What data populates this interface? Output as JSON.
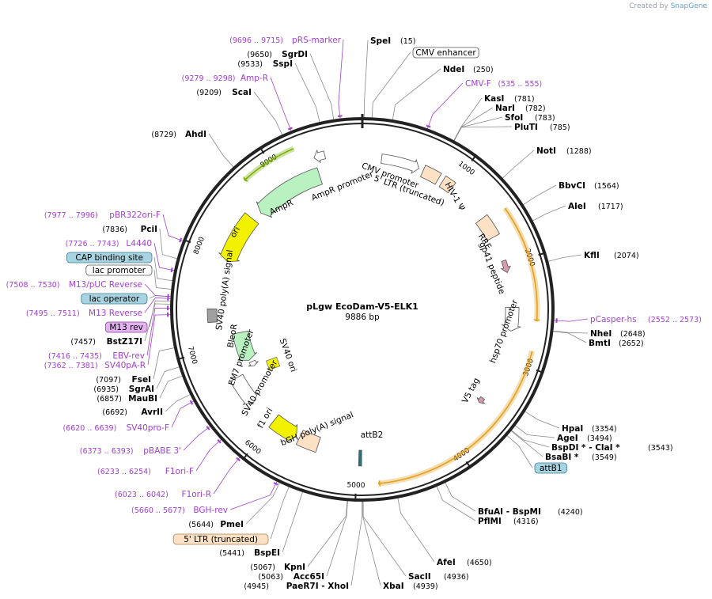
{
  "credit": {
    "prefix": "Created by",
    "brand": "SnapGene"
  },
  "plasmid": {
    "name": "pLgw EcoDam-V5-ELK1",
    "length_bp": 9886,
    "length_label": "9886 bp"
  },
  "tick_labels": [
    1000,
    2000,
    3000,
    4000,
    5000,
    6000,
    7000,
    8000,
    9000
  ],
  "colors": {
    "primer": "#a23fd0",
    "text": "#000000",
    "backbone": "#222222",
    "leader": "#888888"
  },
  "sites": [
    {
      "name": "SpeI",
      "pos": 15,
      "label": "SpeI",
      "num": "(15)",
      "kind": "enzyme"
    },
    {
      "name": "CMV enhancer",
      "pos": 80,
      "label": "CMV enhancer",
      "kind": "boxed"
    },
    {
      "name": "NdeI",
      "pos": 250,
      "label": "NdeI",
      "num": "(250)",
      "kind": "enzyme"
    },
    {
      "name": "CMV-F",
      "pos": 545,
      "label": "CMV-F",
      "num": "(535 .. 555)",
      "kind": "primer"
    },
    {
      "name": "KasI",
      "pos": 781,
      "label": "KasI",
      "num": "(781)",
      "kind": "enzyme"
    },
    {
      "name": "NarI",
      "pos": 782,
      "label": "NarI",
      "num": "(782)",
      "kind": "enzyme"
    },
    {
      "name": "SfoI",
      "pos": 783,
      "label": "SfoI",
      "num": "(783)",
      "kind": "enzyme"
    },
    {
      "name": "PluTI",
      "pos": 785,
      "label": "PluTI",
      "num": "(785)",
      "kind": "enzyme"
    },
    {
      "name": "NotI",
      "pos": 1288,
      "label": "NotI",
      "num": "(1288)",
      "kind": "enzyme"
    },
    {
      "name": "BbvCI",
      "pos": 1564,
      "label": "BbvCI",
      "num": "(1564)",
      "kind": "enzyme"
    },
    {
      "name": "AleI",
      "pos": 1717,
      "label": "AleI",
      "num": "(1717)",
      "kind": "enzyme"
    },
    {
      "name": "KflI",
      "pos": 2074,
      "label": "KflI",
      "num": "(2074)",
      "kind": "enzyme"
    },
    {
      "name": "pCasper-hs",
      "pos": 2562,
      "label": "pCasper-hs",
      "num": "(2552 .. 2573)",
      "kind": "primer"
    },
    {
      "name": "NheI",
      "pos": 2648,
      "label": "NheI",
      "num": "(2648)",
      "kind": "enzyme"
    },
    {
      "name": "BmtI",
      "pos": 2652,
      "label": "BmtI",
      "num": "(2652)",
      "kind": "enzyme"
    },
    {
      "name": "HpaI",
      "pos": 3354,
      "label": "HpaI",
      "num": "(3354)",
      "kind": "enzyme"
    },
    {
      "name": "AgeI",
      "pos": 3494,
      "label": "AgeI",
      "num": "(3494)",
      "kind": "enzyme"
    },
    {
      "name": "BspDI-ClaI",
      "pos": 3543,
      "label": "BspDI * - ClaI *",
      "num": "(3543)",
      "kind": "enzyme"
    },
    {
      "name": "BsaBI",
      "pos": 3549,
      "label": "BsaBI *",
      "num": "(3549)",
      "kind": "enzyme"
    },
    {
      "name": "attB1",
      "pos": 3600,
      "label": "attB1",
      "kind": "boxed"
    },
    {
      "name": "BfuAI-BspMI",
      "pos": 4240,
      "label": "BfuAI - BspMI",
      "num": "(4240)",
      "kind": "enzyme"
    },
    {
      "name": "PflMI",
      "pos": 4316,
      "label": "PflMI",
      "num": "(4316)",
      "kind": "enzyme"
    },
    {
      "name": "AfeI",
      "pos": 4650,
      "label": "AfeI",
      "num": "(4650)",
      "kind": "enzyme"
    },
    {
      "name": "SacII",
      "pos": 4936,
      "label": "SacII",
      "num": "(4936)",
      "kind": "enzyme"
    },
    {
      "name": "XbaI",
      "pos": 4939,
      "label": "XbaI",
      "num": "(4939)",
      "kind": "enzyme"
    },
    {
      "name": "PaeR7I-XhoI",
      "pos": 4945,
      "label": "PaeR7I - XhoI",
      "num": "(4945)",
      "kind": "enzyme"
    },
    {
      "name": "Acc65I",
      "pos": 5063,
      "label": "Acc65I",
      "num": "(5063)",
      "kind": "enzyme"
    },
    {
      "name": "KpnI",
      "pos": 5067,
      "label": "KpnI",
      "num": "(5067)",
      "kind": "enzyme"
    },
    {
      "name": "BspEI",
      "pos": 5441,
      "label": "BspEI",
      "num": "(5441)",
      "kind": "enzyme"
    },
    {
      "name": "5prime LTR truncated",
      "pos": 5560,
      "label": "5' LTR (truncated)",
      "kind": "boxed"
    },
    {
      "name": "PmeI",
      "pos": 5644,
      "label": "PmeI",
      "num": "(5644)",
      "kind": "enzyme"
    },
    {
      "name": "BGH-rev",
      "pos": 5668,
      "label": "BGH-rev",
      "num": "(5660 .. 5677)",
      "kind": "primer"
    },
    {
      "name": "F1ori-R",
      "pos": 6032,
      "label": "F1ori-R",
      "num": "(6023 .. 6042)",
      "kind": "primer"
    },
    {
      "name": "F1ori-F",
      "pos": 6243,
      "label": "F1ori-F",
      "num": "(6233 .. 6254)",
      "kind": "primer"
    },
    {
      "name": "pBABE 3prime",
      "pos": 6383,
      "label": "pBABE 3'",
      "num": "(6373 .. 6393)",
      "kind": "primer"
    },
    {
      "name": "SV40pro-F",
      "pos": 6630,
      "label": "SV40pro-F",
      "num": "(6620 .. 6639)",
      "kind": "primer"
    },
    {
      "name": "AvrII",
      "pos": 6692,
      "label": "AvrII",
      "num": "(6692)",
      "kind": "enzyme"
    },
    {
      "name": "MauBI",
      "pos": 6857,
      "label": "MauBI",
      "num": "(6857)",
      "kind": "enzyme"
    },
    {
      "name": "SgrAI",
      "pos": 6935,
      "label": "SgrAI",
      "num": "(6935)",
      "kind": "enzyme"
    },
    {
      "name": "FseI",
      "pos": 7097,
      "label": "FseI",
      "num": "(7097)",
      "kind": "enzyme"
    },
    {
      "name": "SV40pA-R",
      "pos": 7372,
      "label": "SV40pA-R",
      "num": "(7362 .. 7381)",
      "kind": "primer"
    },
    {
      "name": "EBV-rev",
      "pos": 7425,
      "label": "EBV-rev",
      "num": "(7416 .. 7435)",
      "kind": "primer"
    },
    {
      "name": "BstZ17I",
      "pos": 7457,
      "label": "BstZ17I",
      "num": "(7457)",
      "kind": "enzyme"
    },
    {
      "name": "M13 rev",
      "pos": 7480,
      "label": "M13 rev",
      "kind": "boxed"
    },
    {
      "name": "M13 Reverse",
      "pos": 7503,
      "label": "M13 Reverse",
      "num": "(7495 .. 7511)",
      "kind": "primer"
    },
    {
      "name": "lac operator",
      "pos": 7520,
      "label": "lac operator",
      "kind": "boxed"
    },
    {
      "name": "M13/pUC Reverse",
      "pos": 7519,
      "label": "M13/pUC Reverse",
      "num": "(7508 .. 7530)",
      "kind": "primer"
    },
    {
      "name": "lac promoter",
      "pos": 7580,
      "label": "lac promoter",
      "kind": "boxed"
    },
    {
      "name": "CAP binding site",
      "pos": 7650,
      "label": "CAP binding site",
      "kind": "boxed"
    },
    {
      "name": "L4440",
      "pos": 7735,
      "label": "L4440",
      "num": "(7726 .. 7743)",
      "kind": "primer"
    },
    {
      "name": "PciI",
      "pos": 7836,
      "label": "PciI",
      "num": "(7836)",
      "kind": "enzyme"
    },
    {
      "name": "pBR322ori-F",
      "pos": 7987,
      "label": "pBR322ori-F",
      "num": "(7977 .. 7996)",
      "kind": "primer"
    },
    {
      "name": "AhdI",
      "pos": 8729,
      "label": "AhdI",
      "num": "(8729)",
      "kind": "enzyme"
    },
    {
      "name": "ScaI",
      "pos": 9209,
      "label": "ScaI",
      "num": "(9209)",
      "kind": "enzyme"
    },
    {
      "name": "Amp-R",
      "pos": 9289,
      "label": "Amp-R",
      "num": "(9279 .. 9298)",
      "kind": "primer"
    },
    {
      "name": "SspI",
      "pos": 9533,
      "label": "SspI",
      "num": "(9533)",
      "kind": "enzyme"
    },
    {
      "name": "SgrDI",
      "pos": 9650,
      "label": "SgrDI",
      "num": "(9650)",
      "kind": "enzyme"
    },
    {
      "name": "pRS-marker",
      "pos": 9705,
      "label": "pRS-marker",
      "num": "(9696 .. 9715)",
      "kind": "primer"
    }
  ],
  "features": [
    {
      "name": "CMV promoter",
      "start": 200,
      "end": 600,
      "dir": 1,
      "color": "#ffffff"
    },
    {
      "name": "5' LTR (truncated)",
      "start": 650,
      "end": 830,
      "dir": 0,
      "color": "#fde1c4"
    },
    {
      "name": "HIV-1 Ψ",
      "start": 880,
      "end": 1000,
      "dir": 0,
      "color": "#fde1c4"
    },
    {
      "name": "RRE",
      "start": 1450,
      "end": 1680,
      "dir": 0,
      "color": "#fde1c4"
    },
    {
      "name": "gp41 peptide",
      "start": 1950,
      "end": 2080,
      "dir": 1,
      "color": "#d79bb1"
    },
    {
      "name": "hsp70 promoter",
      "start": 2450,
      "end": 2700,
      "dir": 1,
      "color": "#ffffff"
    },
    {
      "name": "V5 tag",
      "start": 3470,
      "end": 3530,
      "dir": 1,
      "color": "#d79bb1"
    },
    {
      "name": "attB2",
      "start": 4950,
      "end": 4980,
      "dir": 0,
      "color": "#2f6f7a"
    },
    {
      "name": "bGH poly(A) signal",
      "start": 5440,
      "end": 5660,
      "dir": 0,
      "color": "#fde1c4"
    },
    {
      "name": "f1 ori",
      "start": 5700,
      "end": 6000,
      "dir": -1,
      "color": "#f2f200"
    },
    {
      "name": "SV40 promoter",
      "start": 6300,
      "end": 6630,
      "dir": -1,
      "color": "#ffffff"
    },
    {
      "name": "EM7 promoter",
      "start": 6660,
      "end": 6720,
      "dir": -1,
      "color": "#ffffff"
    },
    {
      "name": "BleoR",
      "start": 6750,
      "end": 7120,
      "dir": -1,
      "color": "#b9f1c0"
    },
    {
      "name": "SV40 poly(A) signal",
      "start": 7280,
      "end": 7420,
      "dir": 0,
      "color": "#a0a0a0"
    },
    {
      "name": "ori",
      "start": 7950,
      "end": 8500,
      "dir": -1,
      "color": "#f2f200"
    },
    {
      "name": "AmpR",
      "start": 8610,
      "end": 9400,
      "dir": -1,
      "color": "#b9f1c0"
    },
    {
      "name": "AmpR promoter",
      "start": 9400,
      "end": 9510,
      "dir": -1,
      "color": "#ffffff"
    }
  ],
  "orfs": [
    {
      "name": "ELK1 ORF arc",
      "start": 1500,
      "end": 2580,
      "dir": 1,
      "color": "#e3a020"
    },
    {
      "name": "EcoDam ORF arc",
      "start": 2850,
      "end": 4800,
      "dir": 1,
      "color": "#e3a020"
    },
    {
      "name": "AmpR ORF arc",
      "start": 8720,
      "end": 9250,
      "dir": -1,
      "color": "#78b000"
    }
  ],
  "inner_labels": [
    {
      "name": "CMV promoter",
      "text": "CMV promoter"
    },
    {
      "name": "5' LTR (truncated)",
      "text": "5' LTR (truncated)"
    },
    {
      "name": "HIV-1 Ψ",
      "text": "HIV-1 Ψ"
    },
    {
      "name": "RRE",
      "text": "RRE"
    },
    {
      "name": "gp41 peptide",
      "text": "gp41 peptide"
    },
    {
      "name": "hsp70 promoter",
      "text": "hsp70 promoter"
    },
    {
      "name": "V5 tag",
      "text": "V5 tag"
    },
    {
      "name": "attB2",
      "text": "attB2"
    },
    {
      "name": "bGH poly(A) signal",
      "text": "bGH poly(A) signal"
    },
    {
      "name": "f1 ori",
      "text": "f1 ori"
    },
    {
      "name": "SV40 promoter",
      "text": "SV40 promoter"
    },
    {
      "name": "EM7 promoter",
      "text": "EM7 promoter"
    },
    {
      "name": "BleoR",
      "text": "BleoR"
    },
    {
      "name": "SV40 ori",
      "text": "SV40 ori"
    },
    {
      "name": "SV40 poly(A) signal",
      "text": "SV40 poly(A) signal"
    },
    {
      "name": "ori",
      "text": "ori"
    },
    {
      "name": "AmpR",
      "text": "AmpR"
    },
    {
      "name": "AmpR promoter",
      "text": "AmpR promoter"
    }
  ]
}
